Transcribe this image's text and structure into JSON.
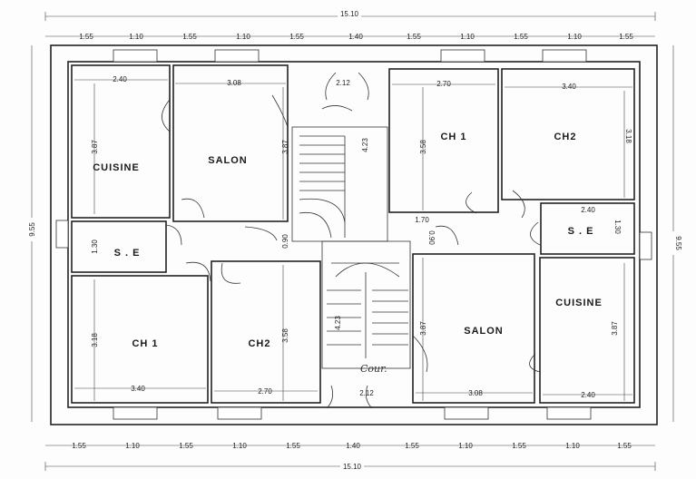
{
  "dimensions": {
    "top_segments": [
      "1.55",
      "1.10",
      "1.55",
      "1.10",
      "1.55",
      "1.40",
      "1.55",
      "1.10",
      "1.55",
      "1.10",
      "1.55"
    ],
    "bottom_segments": [
      "1.55",
      "1.10",
      "1.55",
      "1.10",
      "1.55",
      "1.40",
      "1.55",
      "1.10",
      "1.55",
      "1.10",
      "1.55"
    ],
    "total_width": "15.10",
    "total_height": "9.55",
    "interior": {
      "w_240": "2.40",
      "w_308": "3.08",
      "w_212": "2.12",
      "w_270": "2.70",
      "w_340": "3.40",
      "h_387": "3.87",
      "h_423": "4.23",
      "h_358": "3.58",
      "h_318": "3.18",
      "h_130": "1.30",
      "h_090": "0.90",
      "w_170": "1.70"
    }
  },
  "rooms": {
    "cuisine": "CUISINE",
    "salon": "SALON",
    "ch1": "CH 1",
    "ch2": "CH2",
    "se": "S . E"
  },
  "annotations": {
    "cour": "Cour."
  }
}
